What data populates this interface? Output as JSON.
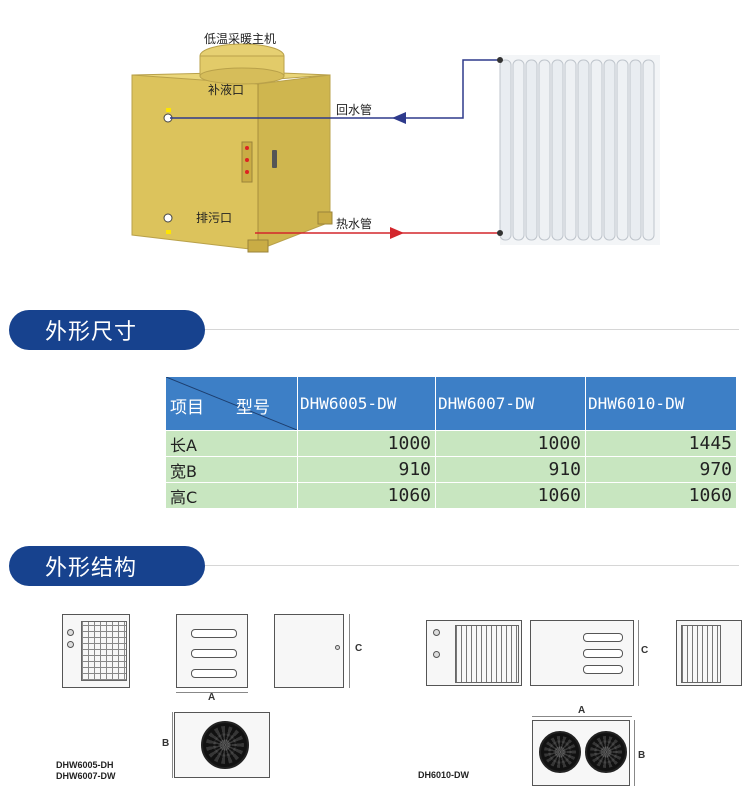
{
  "system_diagram": {
    "title": "低温采暖主机",
    "fill_port_label": "补液口",
    "drain_port_label": "排污口",
    "return_pipe_label": "回水管",
    "supply_pipe_label": "热水管",
    "colors": {
      "unit_body": "#e0c965",
      "return_pipe": "#2e3a8c",
      "supply_pipe": "#d3262c",
      "radiator": "#eef1f4"
    }
  },
  "section_dimensions": {
    "title": "外形尺寸"
  },
  "dimension_table": {
    "header_item": "项目",
    "header_model": "型号",
    "models": [
      "DHW6005-DW",
      "DHW6007-DW",
      "DHW6010-DW"
    ],
    "rows": [
      {
        "label": "长A",
        "values": [
          "1000",
          "1000",
          "1445"
        ]
      },
      {
        "label": "宽B",
        "values": [
          "910",
          "910",
          "970"
        ]
      },
      {
        "label": "高C",
        "values": [
          "1060",
          "1060",
          "1060"
        ]
      }
    ],
    "colors": {
      "header_bg": "#3d7fc6",
      "cell_bg": "#c8e6c0"
    }
  },
  "section_structure": {
    "title": "外形结构"
  },
  "structure_drawings": {
    "left_group_caption_line1": "DHW6005-DH",
    "left_group_caption_line2": "DHW6007-DW",
    "right_group_caption": "DH6010-DW",
    "dim_a": "A",
    "dim_b": "B",
    "dim_c": "C"
  }
}
